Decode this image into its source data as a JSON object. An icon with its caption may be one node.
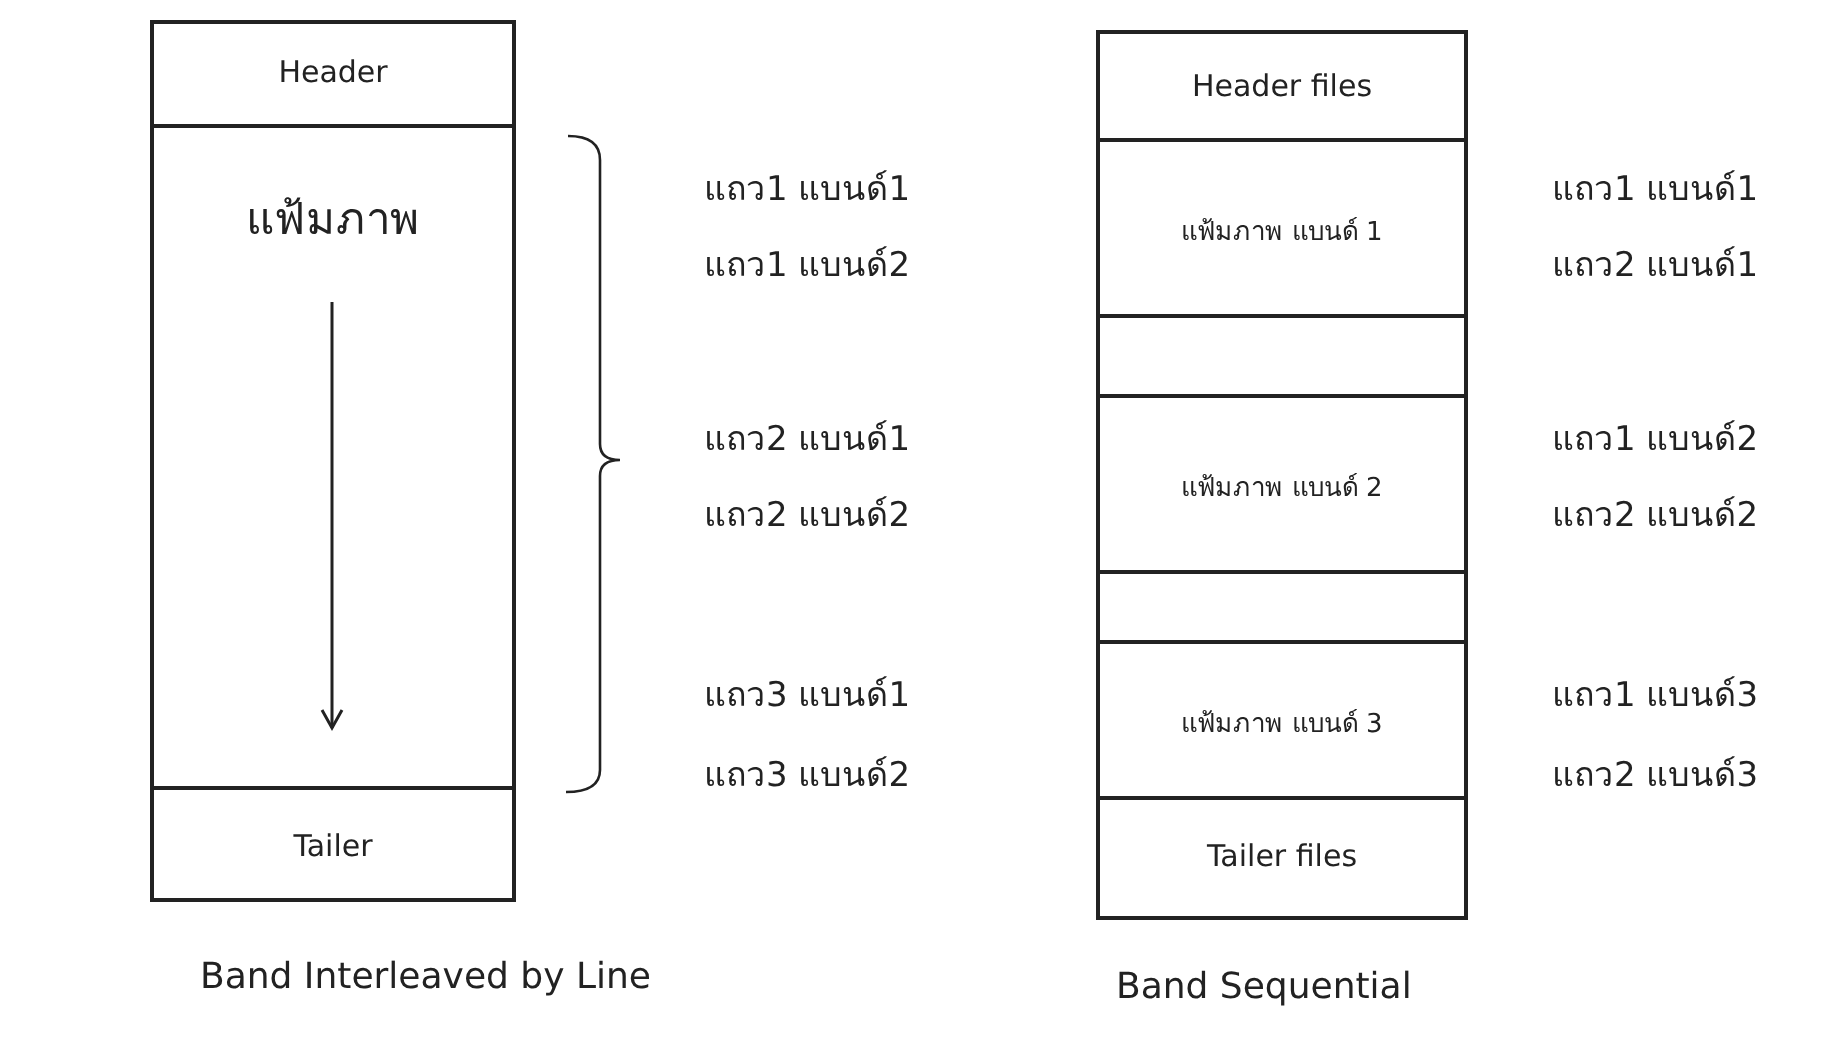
{
  "diagram": {
    "nodes": [
      {
        "text": [
          "Header"
        ]
      },
      {
        "text": [
          "แฟ้มภาพ"
        ]
      },
      {
        "text": [
          "Tailer"
        ]
      },
      {
        "text": [
          "Header files"
        ]
      },
      {
        "text": [
          "แฟ้มภาพ แบนด์ 1"
        ]
      },
      {
        "text": [],
        "shape": "box"
      },
      {
        "text": [
          "แฟ้มภาพ แบนด์ 2"
        ]
      },
      {
        "text": [],
        "shape": "box"
      },
      {
        "text": [
          "แฟ้มภาพ แบนด์ 3"
        ]
      },
      {
        "text": [
          "Tailer files"
        ]
      }
    ],
    "edges": [],
    "labels": [
      "แถว1 แบนด์1",
      "แถว1 แบนด์2",
      "แถว2 แบนด์1",
      "แถว2 แบนด์2",
      "แถว3 แบนด์1",
      "แถว3 แบนด์2",
      "แถว1 แบนด์1",
      "แถว2 แบนด์1",
      "แถว1 แบนด์2",
      "แถว2 แบนด์2",
      "แถว1 แบนด์3",
      "แถว2 แบนด์3",
      "Band Interleaved by Line",
      "Band Sequential"
    ]
  }
}
